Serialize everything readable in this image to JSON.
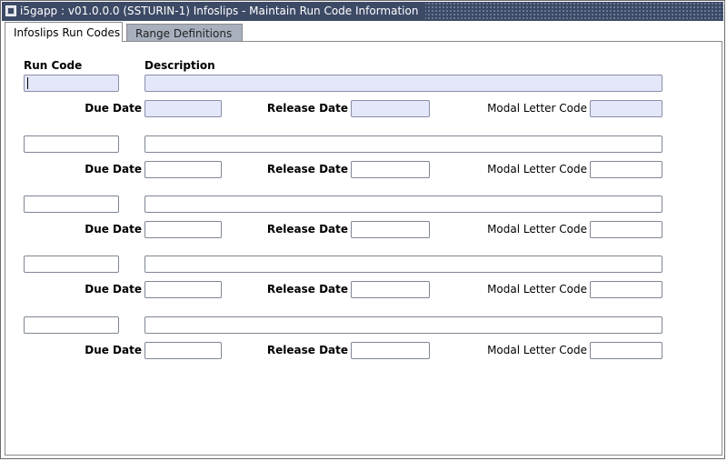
{
  "window": {
    "title": "i5gapp : v01.0.0.0 (SSTURIN-1) Infoslips - Maintain Run Code Information"
  },
  "tabs": [
    {
      "label": "Infoslips Run Codes",
      "active": true
    },
    {
      "label": "Range Definitions",
      "active": false
    }
  ],
  "columns": {
    "run_code": "Run Code",
    "description": "Description"
  },
  "labels": {
    "due_date": "Due Date",
    "release_date": "Release Date",
    "modal_letter_code": "Modal Letter Code"
  },
  "records": [
    {
      "run_code": "",
      "description": "",
      "due_date": "",
      "release_date": "",
      "modal_letter_code": "",
      "current": true
    },
    {
      "run_code": "",
      "description": "",
      "due_date": "",
      "release_date": "",
      "modal_letter_code": "",
      "current": false
    },
    {
      "run_code": "",
      "description": "",
      "due_date": "",
      "release_date": "",
      "modal_letter_code": "",
      "current": false
    },
    {
      "run_code": "",
      "description": "",
      "due_date": "",
      "release_date": "",
      "modal_letter_code": "",
      "current": false
    },
    {
      "run_code": "",
      "description": "",
      "due_date": "",
      "release_date": "",
      "modal_letter_code": "",
      "current": false
    }
  ],
  "colors": {
    "titlebar": "#3d4a66",
    "current_field": "#e4e6fa",
    "inactive_tab": "#a8b0be"
  }
}
